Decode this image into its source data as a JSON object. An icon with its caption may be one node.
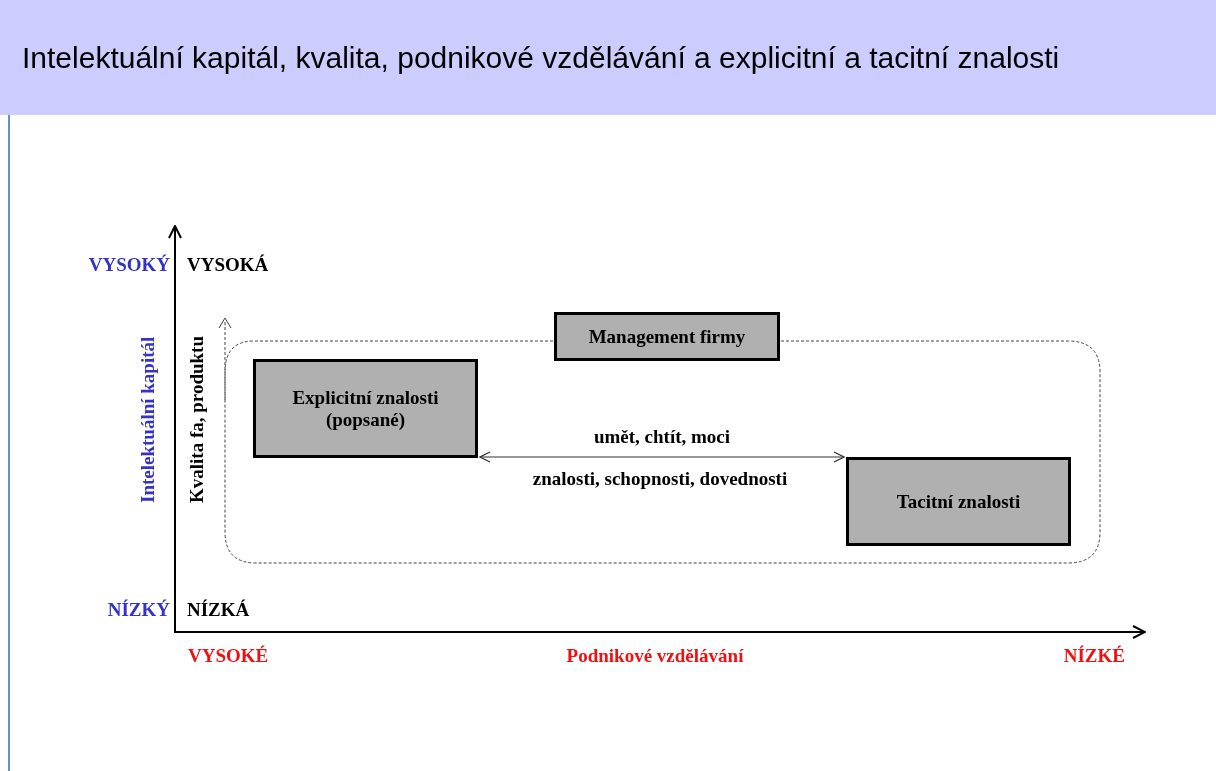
{
  "diagram": {
    "title": "Intelektuální kapitál, kvalita, podnikové vzdělávání a explicitní a tacitní znalosti",
    "nodes": [
      {
        "text": [
          "Management firmy"
        ]
      },
      {
        "text": [
          "Explicitní znalosti (popsané)"
        ]
      },
      {
        "text": [
          "Tacitní znalosti"
        ]
      }
    ],
    "edges": [
      {
        "from": 1,
        "to": 2,
        "arrow": "both",
        "label": "umět, chtít, moci"
      }
    ],
    "labels": [
      "VYSOKÝ",
      "VYSOKÁ",
      "Intelektuální kapitál",
      "Kvalita fa, produktu",
      "NÍZKÝ",
      "NÍZKÁ",
      "VYSOKÉ",
      "Podnikové vzdělávání",
      "NÍZKÉ",
      "znalosti, schopnosti, dovednosti"
    ]
  }
}
